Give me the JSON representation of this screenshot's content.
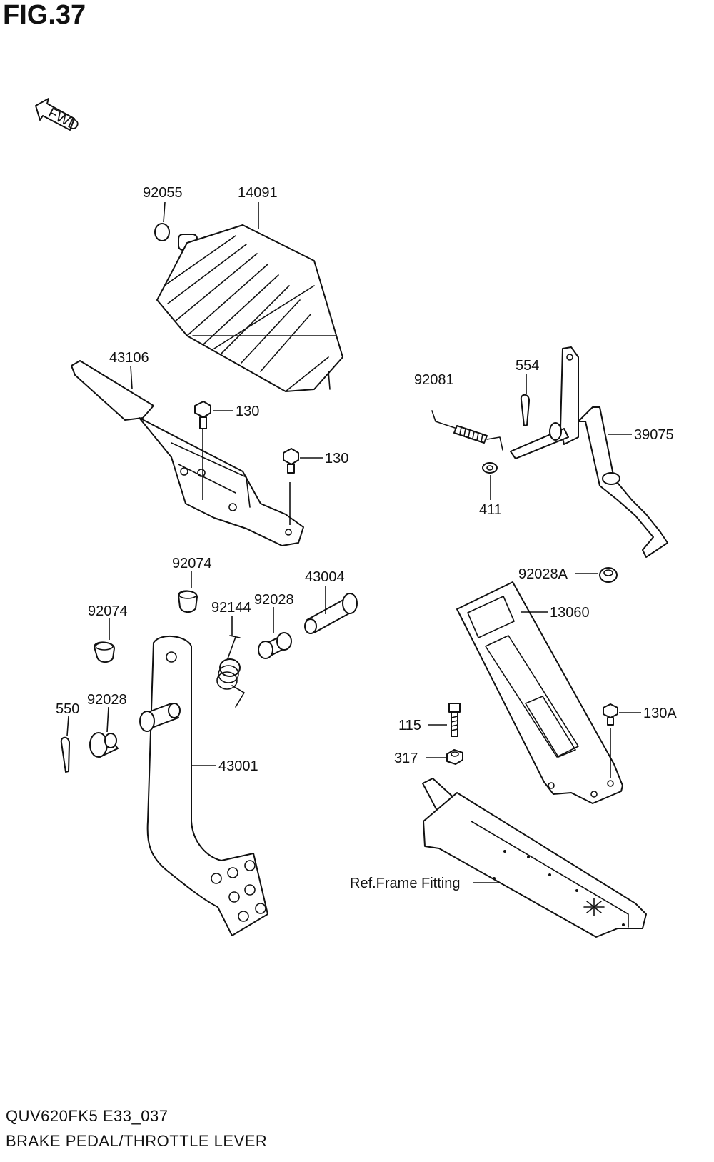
{
  "figure": {
    "title": "FIG.37",
    "model_code": "QUV620FK5 E33_037",
    "section_name": "BRAKE PEDAL/THROTTLE LEVER",
    "direction_marker": "FWD"
  },
  "callouts": {
    "c92055": "92055",
    "c14091": "14091",
    "c43106": "43106",
    "c130_a": "130",
    "c130_b": "130",
    "c92081": "92081",
    "c554": "554",
    "c39075": "39075",
    "c411": "411",
    "c92074_a": "92074",
    "c43004": "43004",
    "c92144": "92144",
    "c92028_a": "92028",
    "c92074_b": "92074",
    "c92028A": "92028A",
    "c13060": "13060",
    "c550": "550",
    "c92028_b": "92028",
    "c115": "115",
    "c130A": "130A",
    "c317": "317",
    "c43001": "43001",
    "ref_frame": "Ref.Frame Fitting"
  }
}
